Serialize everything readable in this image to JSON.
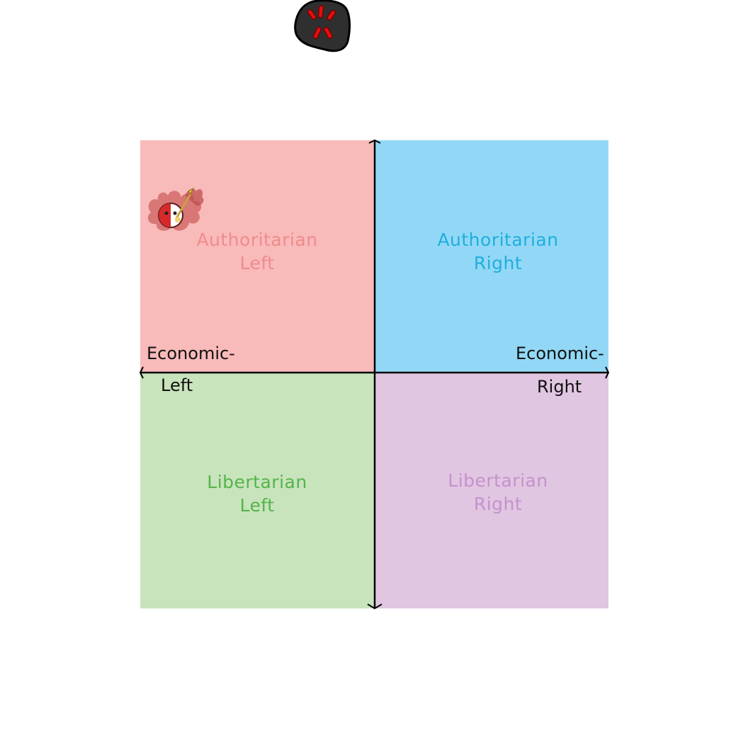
{
  "quadrants": {
    "auth_left": {
      "line1": "Authoritarian",
      "line2": "Left",
      "color": "#f9baba",
      "text_color": "#f08c8c"
    },
    "auth_right": {
      "line1": "Authoritarian",
      "line2": "Right",
      "color": "#92d8f6",
      "text_color": "#20aede"
    },
    "lib_left": {
      "line1": "Libertarian",
      "line2": "Left",
      "color": "#c8e4bc",
      "text_color": "#55b44b"
    },
    "lib_right": {
      "line1": "Libertarian",
      "line2": "Right",
      "color": "#e0c6e1",
      "text_color": "#c691cd"
    }
  },
  "axes": {
    "left_line1": "Economic-",
    "left_line2": "Left",
    "right_line1": "Economic-",
    "right_line2": "Right"
  },
  "icons": {
    "top_badge": "dark-badge-red-marks-icon",
    "marker": "flaming-countryball-marker-icon"
  }
}
